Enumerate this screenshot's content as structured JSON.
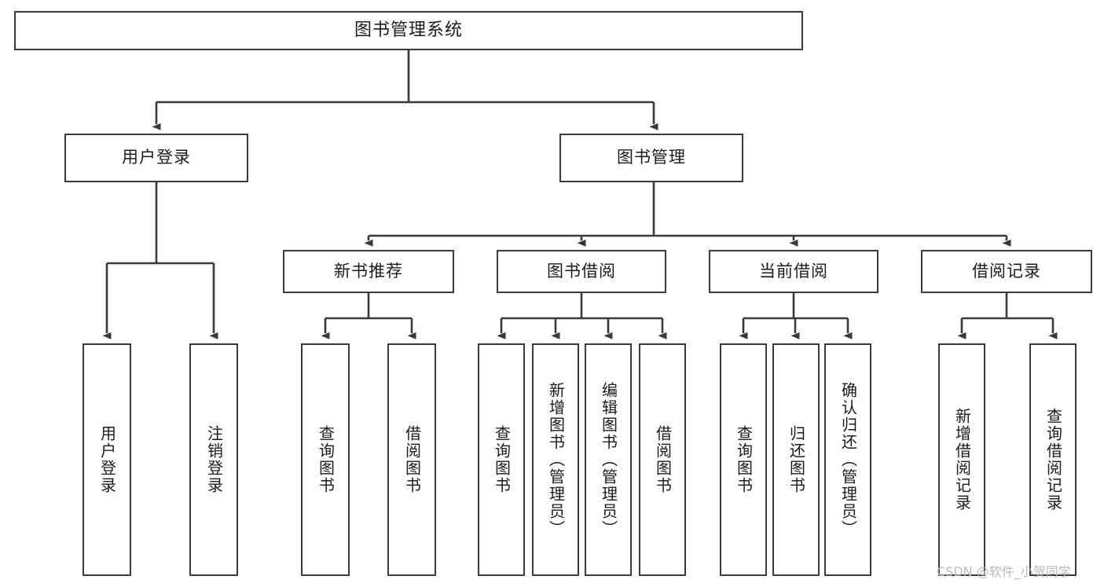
{
  "diagram": {
    "title": "图书管理系统",
    "watermark": "CSDN @软件_小贺同学",
    "colors": {
      "box_border": "#3a3a3a",
      "box_fill": "#ffffff",
      "edge": "#3a3a3a",
      "text": "#1b1b1b",
      "watermark": "#b9b9b9",
      "background": "#ffffff"
    }
  },
  "nodes": {
    "root": {
      "label": "图书管理系统"
    },
    "level2": [
      {
        "id": "user-login",
        "label": "用户登录"
      },
      {
        "id": "book-manage",
        "label": "图书管理"
      }
    ],
    "level3": [
      {
        "id": "new-book-recommend",
        "label": "新书推荐"
      },
      {
        "id": "book-borrow",
        "label": "图书借阅"
      },
      {
        "id": "current-borrow",
        "label": "当前借阅"
      },
      {
        "id": "borrow-record",
        "label": "借阅记录"
      }
    ],
    "leaves": {
      "user-login": [
        {
          "id": "leaf-user-login",
          "label": "用户登录"
        },
        {
          "id": "leaf-logout-login",
          "label": "注销登录"
        }
      ],
      "new-book-recommend": [
        {
          "id": "leaf-query-book-1",
          "label": "查询图书"
        },
        {
          "id": "leaf-borrow-book-1",
          "label": "借阅图书"
        }
      ],
      "book-borrow": [
        {
          "id": "leaf-query-book-2",
          "label": "查询图书"
        },
        {
          "id": "leaf-add-book",
          "label": "新增图书（管理员）"
        },
        {
          "id": "leaf-edit-book",
          "label": "编辑图书（管理员）"
        },
        {
          "id": "leaf-borrow-book-2",
          "label": "借阅图书"
        }
      ],
      "current-borrow": [
        {
          "id": "leaf-query-book-3",
          "label": "查询图书"
        },
        {
          "id": "leaf-return-book",
          "label": "归还图书"
        },
        {
          "id": "leaf-confirm-return",
          "label": "确认归还（管理员）"
        }
      ],
      "borrow-record": [
        {
          "id": "leaf-add-record",
          "label": "新增借阅记录"
        },
        {
          "id": "leaf-query-record",
          "label": "查询借阅记录"
        }
      ]
    }
  }
}
